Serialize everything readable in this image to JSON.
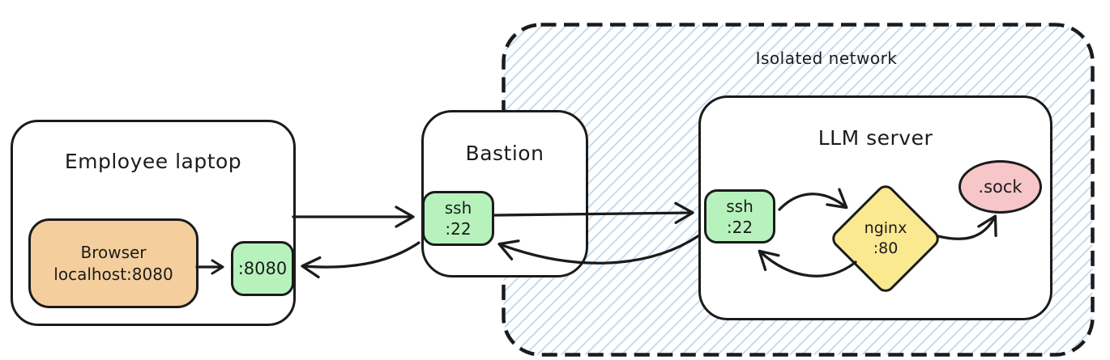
{
  "colors": {
    "ink": "#1b1b1b",
    "node_fill": "#ffffff",
    "green": "#b7f2bd",
    "orange": "#f4cf9d",
    "yellow": "#fbe992",
    "pink": "#f7c6c9",
    "hatch_blue": "#b9d6f0"
  },
  "isolated_network": {
    "label": "Isolated network"
  },
  "laptop": {
    "title": "Employee laptop",
    "browser": {
      "line1": "Browser",
      "line2": "localhost:8080"
    },
    "port": {
      "label": ":8080"
    }
  },
  "bastion": {
    "title": "Bastion",
    "ssh": {
      "line1": "ssh",
      "line2": ":22"
    }
  },
  "llm_server": {
    "title": "LLM server",
    "ssh": {
      "line1": "ssh",
      "line2": ":22"
    },
    "nginx": {
      "line1": "nginx",
      "line2": ":80"
    },
    "socket": {
      "label": ".sock"
    }
  }
}
